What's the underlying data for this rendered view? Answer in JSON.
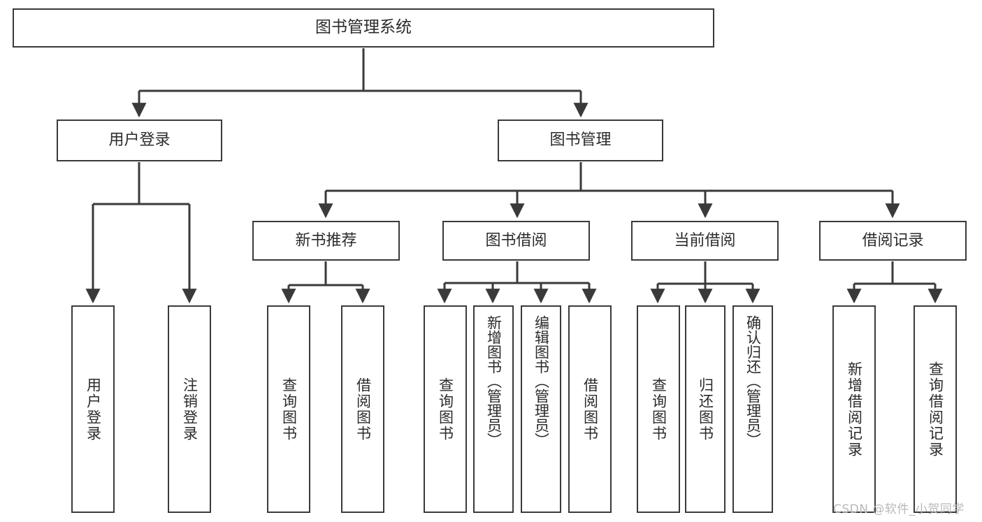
{
  "diagram": {
    "title": "图书管理系统",
    "type": "tree",
    "watermark": "CSDN @软件_小贺同学",
    "colors": {
      "background": "#ffffff",
      "node_border": "#3a3a3a",
      "node_fill": "#ffffff",
      "text": "#2b2b2b",
      "edge": "#3a3a3a",
      "watermark": "#b9b9b9"
    },
    "levels": {
      "root": {
        "label": "图书管理系统"
      },
      "level1": [
        {
          "id": "user-login",
          "label": "用户登录"
        },
        {
          "id": "book-manage",
          "label": "图书管理"
        }
      ],
      "level2": [
        {
          "id": "new-book-rec",
          "label": "新书推荐",
          "parent": "book-manage"
        },
        {
          "id": "book-borrow",
          "label": "图书借阅",
          "parent": "book-manage"
        },
        {
          "id": "current-borrow",
          "label": "当前借阅",
          "parent": "book-manage"
        },
        {
          "id": "borrow-record",
          "label": "借阅记录",
          "parent": "book-manage"
        }
      ],
      "leaves": [
        {
          "id": "leaf-user-login",
          "label": "用户登录",
          "parent": "user-login"
        },
        {
          "id": "leaf-user-logout",
          "label": "注销登录",
          "parent": "user-login"
        },
        {
          "id": "leaf-query-book-1",
          "label": "查询图书",
          "parent": "new-book-rec"
        },
        {
          "id": "leaf-borrow-book-1",
          "label": "借阅图书",
          "parent": "new-book-rec"
        },
        {
          "id": "leaf-query-book-2",
          "label": "查询图书",
          "parent": "book-borrow"
        },
        {
          "id": "leaf-add-book",
          "label": "新增图书（管理员）",
          "parent": "book-borrow"
        },
        {
          "id": "leaf-edit-book",
          "label": "编辑图书（管理员）",
          "parent": "book-borrow"
        },
        {
          "id": "leaf-borrow-book-2",
          "label": "借阅图书",
          "parent": "book-borrow"
        },
        {
          "id": "leaf-query-book-3",
          "label": "查询图书",
          "parent": "current-borrow"
        },
        {
          "id": "leaf-return-book",
          "label": "归还图书",
          "parent": "current-borrow"
        },
        {
          "id": "leaf-confirm-return",
          "label": "确认归还（管理员）",
          "parent": "current-borrow"
        },
        {
          "id": "leaf-add-record",
          "label": "新增借阅记录",
          "parent": "borrow-record"
        },
        {
          "id": "leaf-query-record",
          "label": "查询借阅记录",
          "parent": "borrow-record"
        }
      ]
    }
  }
}
